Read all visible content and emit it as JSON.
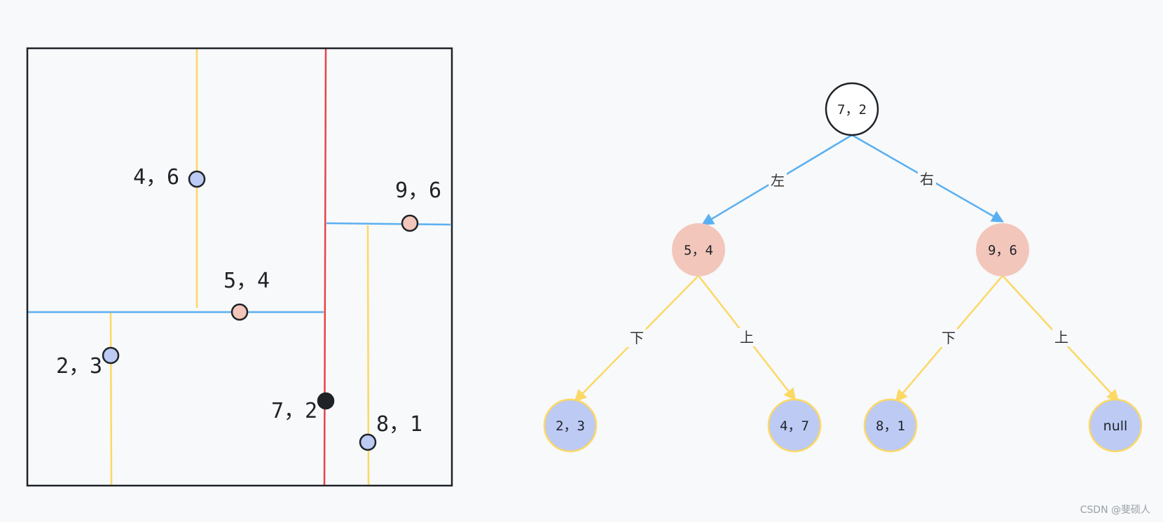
{
  "colors": {
    "background": "#f7f9fa",
    "border": "#1f2328",
    "split_x": "#e8424a",
    "split_y": "#5aaff0",
    "split_leaf": "#fcd864",
    "point_blue": "#bccaf4",
    "point_pink": "#f3c6bb",
    "point_black": "#1f2328",
    "node_root": "#ffffff",
    "node_mid": "#f3c6bb",
    "node_leaf": "#bccaf4",
    "node_leaf_stroke": "#fcd864"
  },
  "plane": {
    "points": [
      {
        "id": "p46",
        "label": "4，6",
        "fill": "point_blue"
      },
      {
        "id": "p96",
        "label": "9，6",
        "fill": "point_pink"
      },
      {
        "id": "p54",
        "label": "5，4",
        "fill": "point_pink"
      },
      {
        "id": "p23",
        "label": "2，3",
        "fill": "point_blue"
      },
      {
        "id": "p72",
        "label": "7，2",
        "fill": "point_black"
      },
      {
        "id": "p81",
        "label": "8，1",
        "fill": "point_blue"
      }
    ]
  },
  "tree": {
    "nodes": [
      {
        "id": "n72",
        "label": "7，2",
        "level": "root"
      },
      {
        "id": "n54",
        "label": "5，4",
        "level": "mid"
      },
      {
        "id": "n96",
        "label": "9，6",
        "level": "mid"
      },
      {
        "id": "n23",
        "label": "2，3",
        "level": "leaf"
      },
      {
        "id": "n47",
        "label": "4，7",
        "level": "leaf"
      },
      {
        "id": "n81",
        "label": "8，1",
        "level": "leaf"
      },
      {
        "id": "nnull",
        "label": "null",
        "level": "leaf"
      }
    ],
    "edges": [
      {
        "from": "n72",
        "to": "n54",
        "label": "左",
        "color": "split_y"
      },
      {
        "from": "n72",
        "to": "n96",
        "label": "右",
        "color": "split_y"
      },
      {
        "from": "n54",
        "to": "n23",
        "label": "下",
        "color": "split_leaf"
      },
      {
        "from": "n54",
        "to": "n47",
        "label": "上",
        "color": "split_leaf"
      },
      {
        "from": "n96",
        "to": "n81",
        "label": "下",
        "color": "split_leaf"
      },
      {
        "from": "n96",
        "to": "nnull",
        "label": "上",
        "color": "split_leaf"
      }
    ]
  },
  "watermark": "CSDN @斐硕人"
}
